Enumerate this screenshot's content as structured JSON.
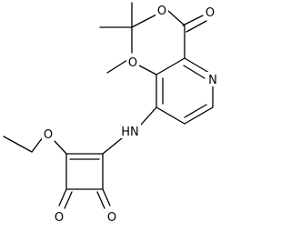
{
  "molecule": {
    "atoms": {
      "ester_o": "O",
      "carbonyl_o": "O",
      "methoxy_o": "O",
      "pyridine_n": "N",
      "amine_nh": "HN",
      "ethoxy_o": "O",
      "ketone_o_left": "O",
      "ketone_o_right": "O"
    },
    "colors": {
      "bond": "#000000",
      "label": "#000000",
      "background": "#ffffff"
    }
  }
}
